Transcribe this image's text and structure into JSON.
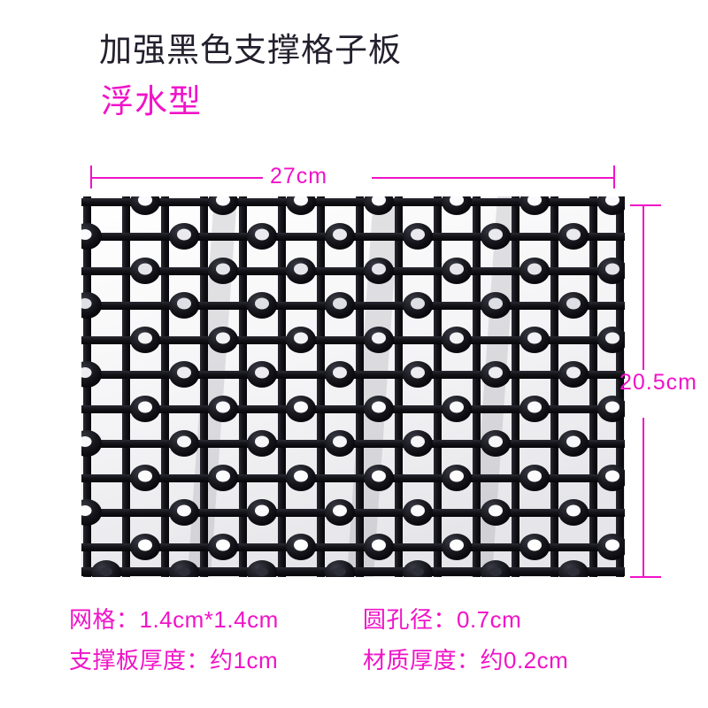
{
  "heading": {
    "main_title": "加强黑色支撑格子板",
    "subtitle": "浮水型"
  },
  "dimensions": {
    "width_label": "27cm",
    "height_label": "20.5cm"
  },
  "specifications": [
    {
      "key": "cell-size",
      "text": "网格：1.4cm*1.4cm"
    },
    {
      "key": "hole-diameter",
      "text": "圆孔径：0.7cm"
    },
    {
      "key": "board-thickness",
      "text": "支撑板厚度：约1cm"
    },
    {
      "key": "material-thickness",
      "text": "材质厚度：约0.2cm"
    }
  ],
  "product": {
    "name": "black-plastic-support-grid-panel",
    "columns": 14,
    "rows": 11,
    "color": "#15151a",
    "background": "#ffffff"
  },
  "colors": {
    "accent_magenta": "#f013c8",
    "title_dark": "#231f2c",
    "product_black": "#15151a",
    "page_background": "#ffffff"
  }
}
